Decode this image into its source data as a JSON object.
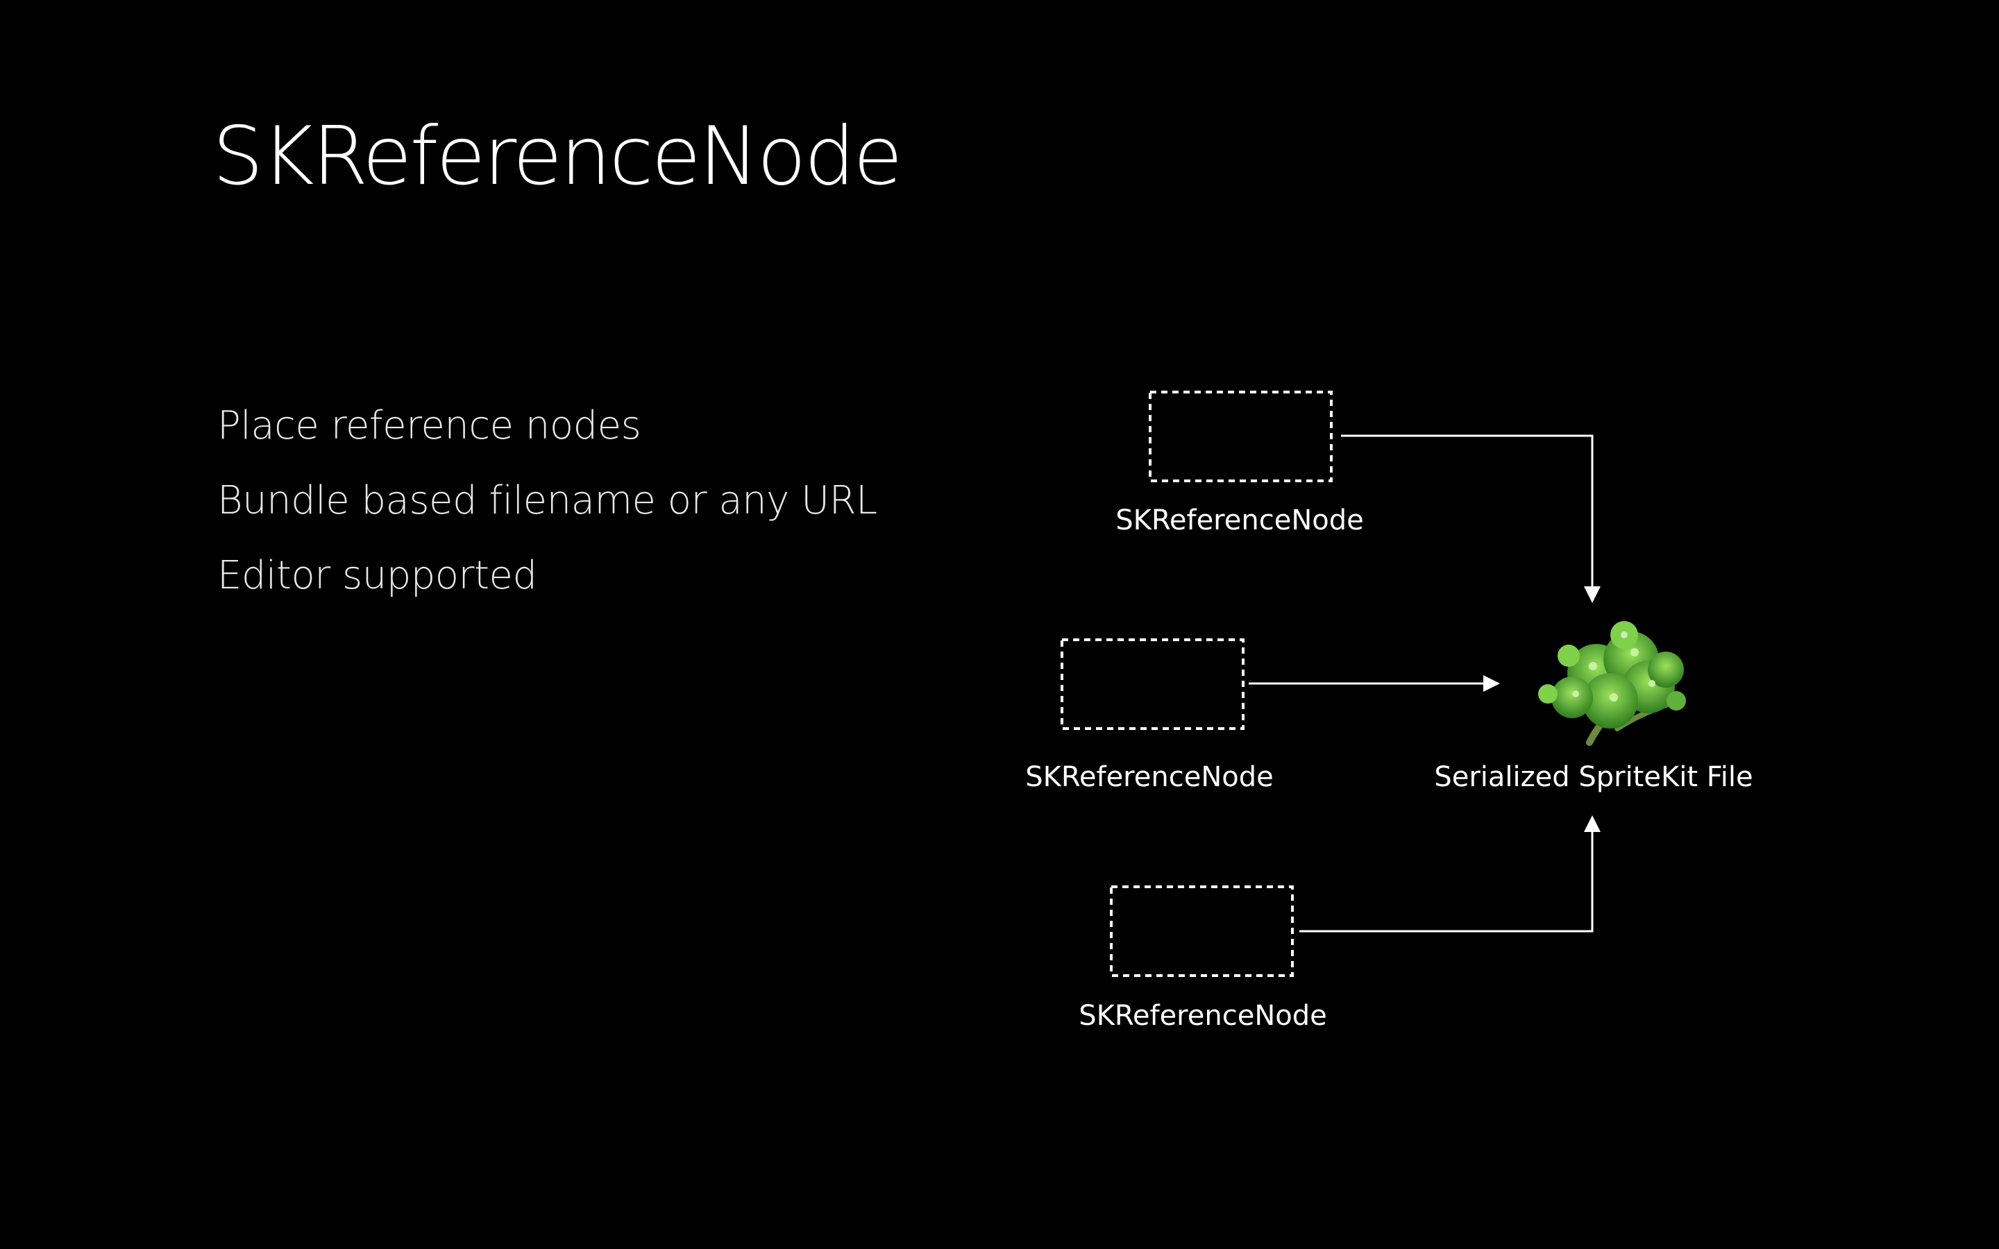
{
  "slide": {
    "title": "SKReferenceNode",
    "bullets": [
      "Place reference nodes",
      "Bundle based filename or any URL",
      "Editor supported"
    ]
  },
  "diagram": {
    "nodes": [
      {
        "label": "SKReferenceNode"
      },
      {
        "label": "SKReferenceNode"
      },
      {
        "label": "SKReferenceNode"
      }
    ],
    "target": {
      "label": "Serialized SpriteKit File",
      "icon": "plant-icon"
    }
  },
  "colors": {
    "background": "#000000",
    "text": "#ffffff",
    "leaf_dark": "#2f7d1e",
    "leaf_light": "#7fd14a"
  }
}
